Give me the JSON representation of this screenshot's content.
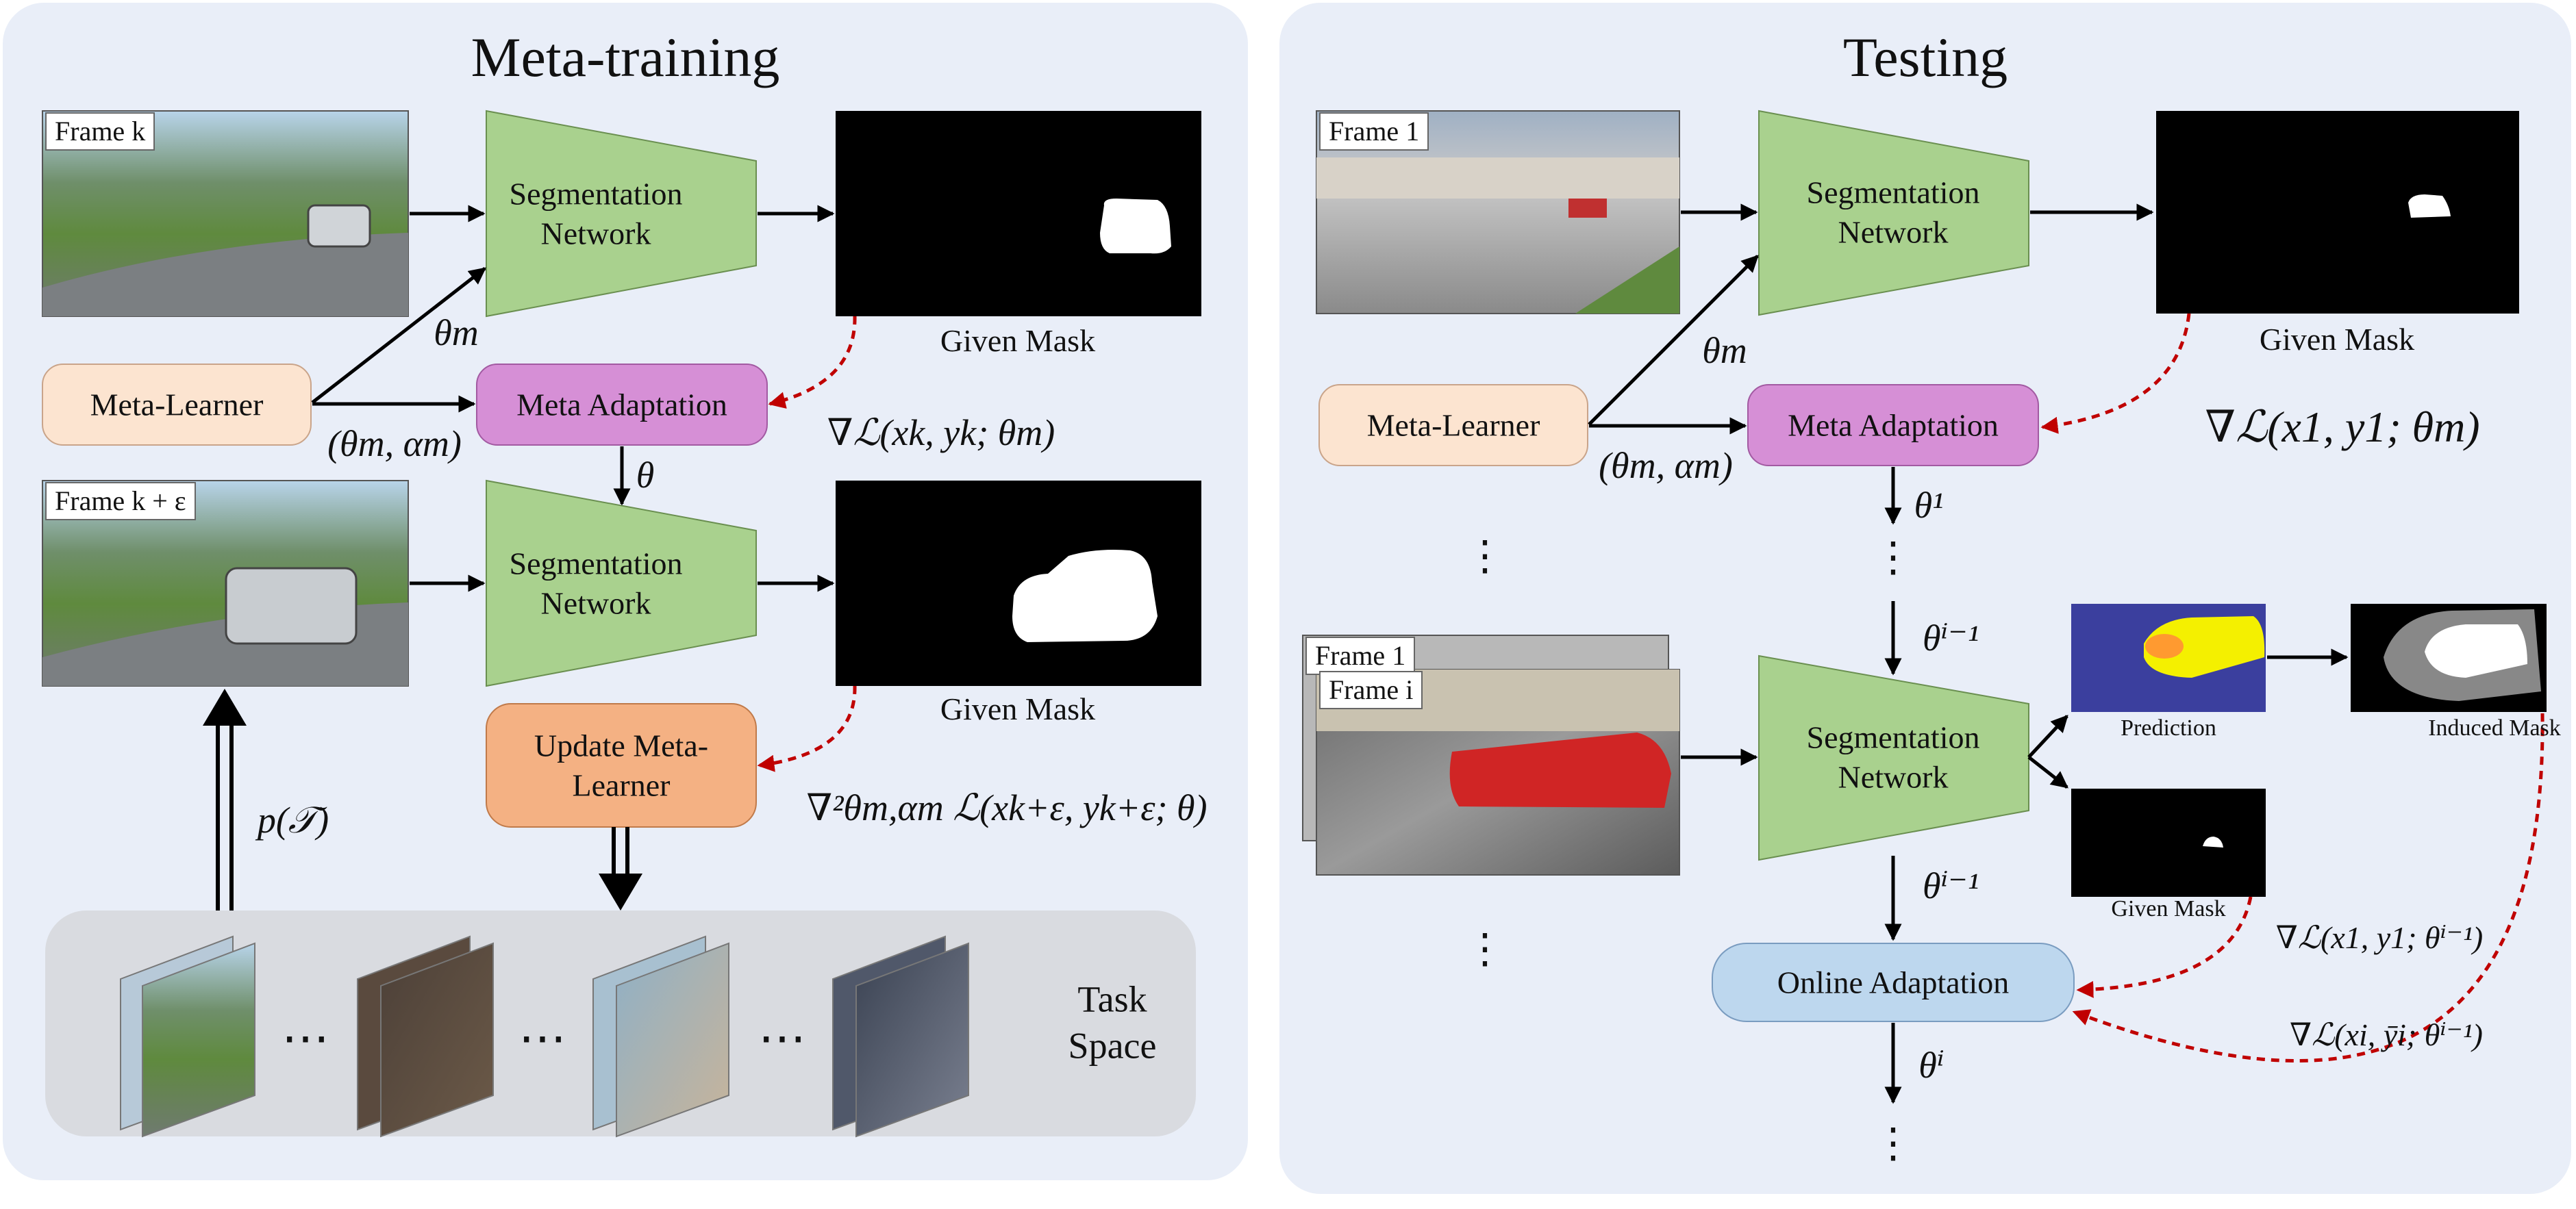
{
  "meta_training": {
    "title": "Meta-training",
    "frame_k_tag": "Frame k",
    "frame_k_eps_tag": "Frame k + ε",
    "seg_net_label": "Segmentation Network",
    "given_mask_label": "Given Mask",
    "meta_learner_label": "Meta-Learner",
    "meta_adaptation_label": "Meta Adaptation",
    "update_label": "Update Meta-Learner",
    "theta_m": "θm",
    "theta_alpha": "(θm, αm)",
    "theta": "θ",
    "grad_loss": "∇ℒ(xk, yk; θm)",
    "grad2_loss": "∇²θm,αm ℒ(xk+ε, yk+ε; θ)",
    "p_task": "p(𝒯)",
    "task_space_label": "Task Space",
    "ellipsis": "⋯"
  },
  "testing": {
    "title": "Testing",
    "frame1_tag": "Frame 1",
    "framei_tag": "Frame i",
    "seg_net_label": "Segmentation Network",
    "given_mask_label": "Given Mask",
    "given_mask_small_label": "Given Mask",
    "prediction_label": "Prediction",
    "induced_mask_label": "Induced Mask",
    "meta_learner_label": "Meta-Learner",
    "meta_adaptation_label": "Meta Adaptation",
    "online_adaptation_label": "Online Adaptation",
    "theta_m": "θm",
    "theta_alpha": "(θm, αm)",
    "theta_1": "θ¹",
    "theta_i_minus_1_a": "θⁱ⁻¹",
    "theta_i_minus_1_b": "θⁱ⁻¹",
    "theta_i": "θⁱ",
    "grad_loss": "∇ℒ(x1, y1; θm)",
    "grad_loss_prev": "∇ℒ(x1, y1; θⁱ⁻¹)",
    "grad_loss_induced": "∇ℒ(xi, ȳi; θⁱ⁻¹)"
  },
  "colors": {
    "panel_bg": "#e9eef8",
    "seg_net": "#a9d18e",
    "meta_learner": "#fce4d0",
    "meta_adaptation": "#d68fd6",
    "update": "#f4b183",
    "online_adaptation": "#bdd7ee",
    "task_space": "#d9dbe0",
    "arrow_red": "#c00000"
  }
}
